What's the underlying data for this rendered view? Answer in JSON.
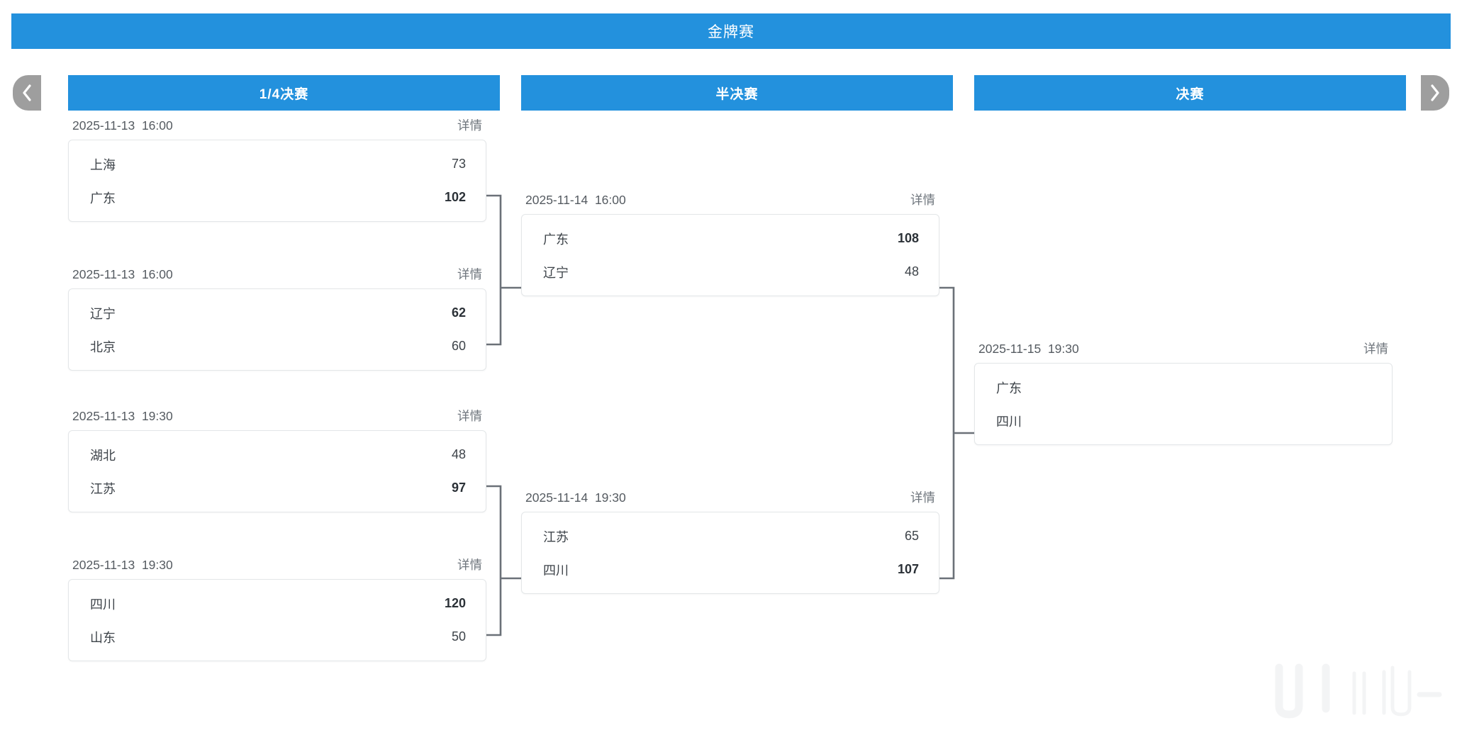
{
  "header": {
    "title": "金牌赛"
  },
  "nav": {
    "prev_icon": "chevron-left-icon",
    "next_icon": "chevron-right-icon"
  },
  "colors": {
    "accent": "#2391dd",
    "nav_arrow": "#9e9e9e",
    "card_border": "#e3e6e8",
    "connector": "#6b7178",
    "text_primary": "#3d4349",
    "text_secondary": "#555b61"
  },
  "rounds": [
    {
      "label": "1/4决赛"
    },
    {
      "label": "半决赛"
    },
    {
      "label": "决赛"
    }
  ],
  "details_label": "详情",
  "matches": {
    "qf1": {
      "date": "2025-11-13  16:00",
      "details": "详情",
      "teams": [
        {
          "name": "上海",
          "score": "73",
          "winner": false
        },
        {
          "name": "广东",
          "score": "102",
          "winner": true
        }
      ]
    },
    "qf2": {
      "date": "2025-11-13  16:00",
      "details": "详情",
      "teams": [
        {
          "name": "辽宁",
          "score": "62",
          "winner": true
        },
        {
          "name": "北京",
          "score": "60",
          "winner": false
        }
      ]
    },
    "qf3": {
      "date": "2025-11-13  19:30",
      "details": "详情",
      "teams": [
        {
          "name": "湖北",
          "score": "48",
          "winner": false
        },
        {
          "name": "江苏",
          "score": "97",
          "winner": true
        }
      ]
    },
    "qf4": {
      "date": "2025-11-13  19:30",
      "details": "详情",
      "teams": [
        {
          "name": "四川",
          "score": "120",
          "winner": true
        },
        {
          "name": "山东",
          "score": "50",
          "winner": false
        }
      ]
    },
    "sf1": {
      "date": "2025-11-14  16:00",
      "details": "详情",
      "teams": [
        {
          "name": "广东",
          "score": "108",
          "winner": true
        },
        {
          "name": "辽宁",
          "score": "48",
          "winner": false
        }
      ]
    },
    "sf2": {
      "date": "2025-11-14  19:30",
      "details": "详情",
      "teams": [
        {
          "name": "江苏",
          "score": "65",
          "winner": false
        },
        {
          "name": "四川",
          "score": "107",
          "winner": true
        }
      ]
    },
    "final": {
      "date": "2025-11-15  19:30",
      "details": "详情",
      "teams": [
        {
          "name": "广东",
          "score": "",
          "winner": false
        },
        {
          "name": "四川",
          "score": "",
          "winner": false
        }
      ]
    }
  }
}
